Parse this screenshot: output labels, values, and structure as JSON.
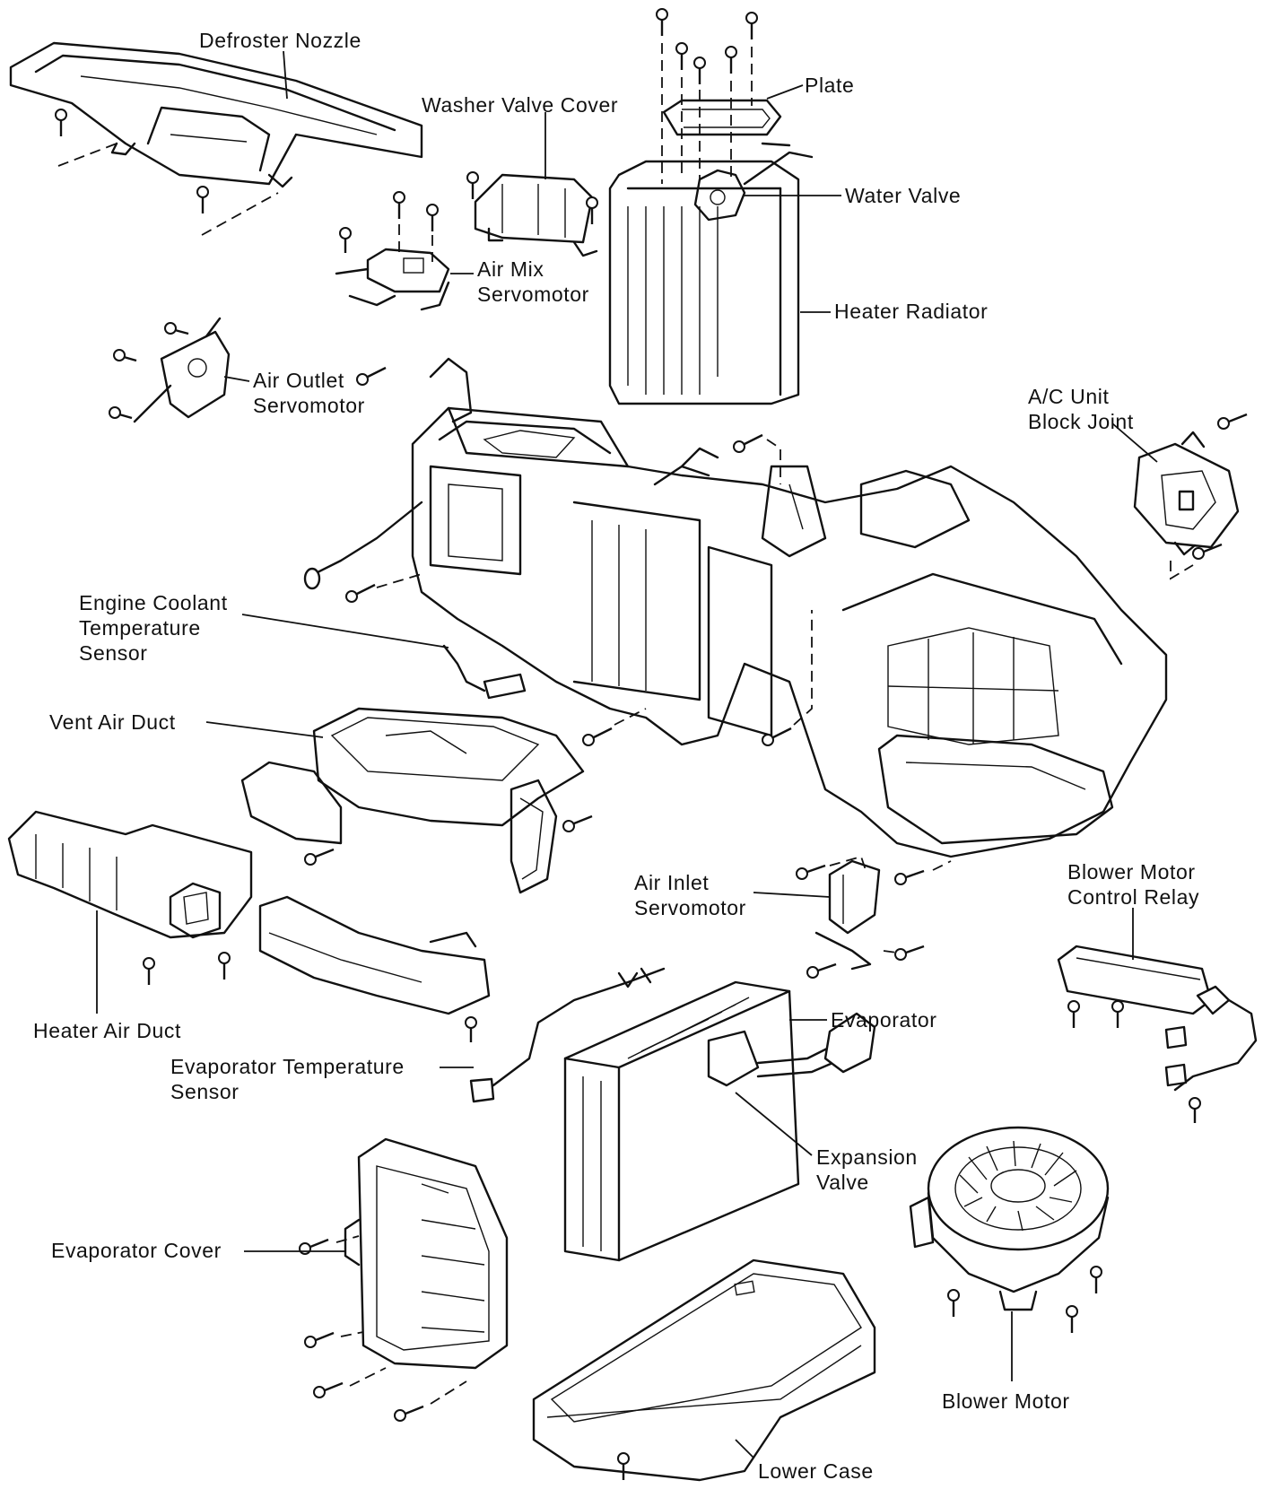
{
  "labels": {
    "defroster_nozzle": "Defroster Nozzle",
    "plate": "Plate",
    "washer_valve_cover": "Washer Valve Cover",
    "water_valve": "Water Valve",
    "air_mix_servomotor_1": "Air Mix",
    "air_mix_servomotor_2": "Servomotor",
    "heater_radiator": "Heater Radiator",
    "air_outlet_servomotor_1": "Air Outlet",
    "air_outlet_servomotor_2": "Servomotor",
    "ac_unit_block_joint_1": "A/C Unit",
    "ac_unit_block_joint_2": "Block Joint",
    "engine_coolant_1": "Engine Coolant",
    "engine_coolant_2": "Temperature",
    "engine_coolant_3": "Sensor",
    "vent_air_duct": "Vent Air Duct",
    "air_inlet_servomotor_1": "Air Inlet",
    "air_inlet_servomotor_2": "Servomotor",
    "blower_motor_control_relay_1": "Blower Motor",
    "blower_motor_control_relay_2": "Control Relay",
    "heater_air_duct": "Heater Air Duct",
    "evaporator": "Evaporator",
    "evaporator_temp_sensor_1": "Evaporator Temperature",
    "evaporator_temp_sensor_2": "Sensor",
    "expansion_valve_1": "Expansion",
    "expansion_valve_2": "Valve",
    "evaporator_cover": "Evaporator Cover",
    "blower_motor": "Blower Motor",
    "lower_case": "Lower Case"
  }
}
